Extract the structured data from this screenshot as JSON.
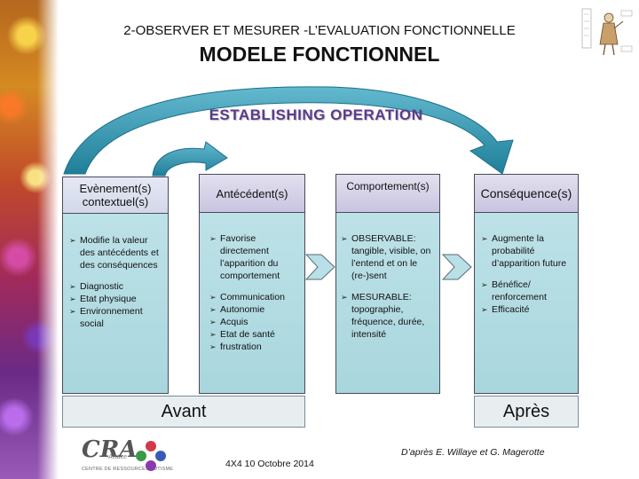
{
  "header": {
    "subtitle": "2-OBSERVER ET MESURER -L’EVALUATION FONCTIONNELLE",
    "title": "MODELE FONCTIONNEL"
  },
  "establishing_label": "ESTABLISHING OPERATION",
  "columns": [
    {
      "id": "evenement",
      "title": "Evènement(s) contextuel(s)",
      "items": [
        {
          "text": "Modifie la valeur des antécédents et des conséquences",
          "gap": false
        },
        {
          "text": "Diagnostic",
          "gap": true
        },
        {
          "text": "Etat physique",
          "gap": false
        },
        {
          "text": "Environnement social",
          "gap": false
        }
      ]
    },
    {
      "id": "antecedent",
      "title": "Antécédent(s)",
      "items": [
        {
          "text": "Favorise directement l’apparition du comportement",
          "gap": false
        },
        {
          "text": "Communication",
          "gap": true
        },
        {
          "text": "Autonomie",
          "gap": false
        },
        {
          "text": "Acquis",
          "gap": false
        },
        {
          "text": "Etat de santé",
          "gap": false
        },
        {
          "text": "frustration",
          "gap": false
        }
      ]
    },
    {
      "id": "comportement",
      "title": "Comportement(s)",
      "items": [
        {
          "text": "OBSERVABLE: tangible, visible, on l’entend et on le (re-)sent",
          "gap": false
        },
        {
          "text": "MESURABLE: topographie, fréquence, durée, intensité",
          "gap": true
        }
      ]
    },
    {
      "id": "consequence",
      "title": "Conséquence(s)",
      "items": [
        {
          "text": "Augmente la probabilité d’apparition future",
          "gap": false
        },
        {
          "text": "Bénéfice/ renforcement",
          "gap": true
        },
        {
          "text": "Efficacité",
          "gap": false
        }
      ]
    }
  ],
  "footer": {
    "avant": "Avant",
    "apres": "Après"
  },
  "credit": "D’après E. Willaye et G. Magerotte",
  "date": "4X4 10 Octobre 2014",
  "logo": {
    "name": "CRA",
    "region": "Alsace",
    "caption": "CENTRE DE RESSOURCES AUTISME"
  },
  "colors": {
    "body_fill": "#b0d9df",
    "head_fill": "#d4d0e8",
    "arrow_fill": "#2f8fa8",
    "label_color": "#5b3a8e"
  }
}
